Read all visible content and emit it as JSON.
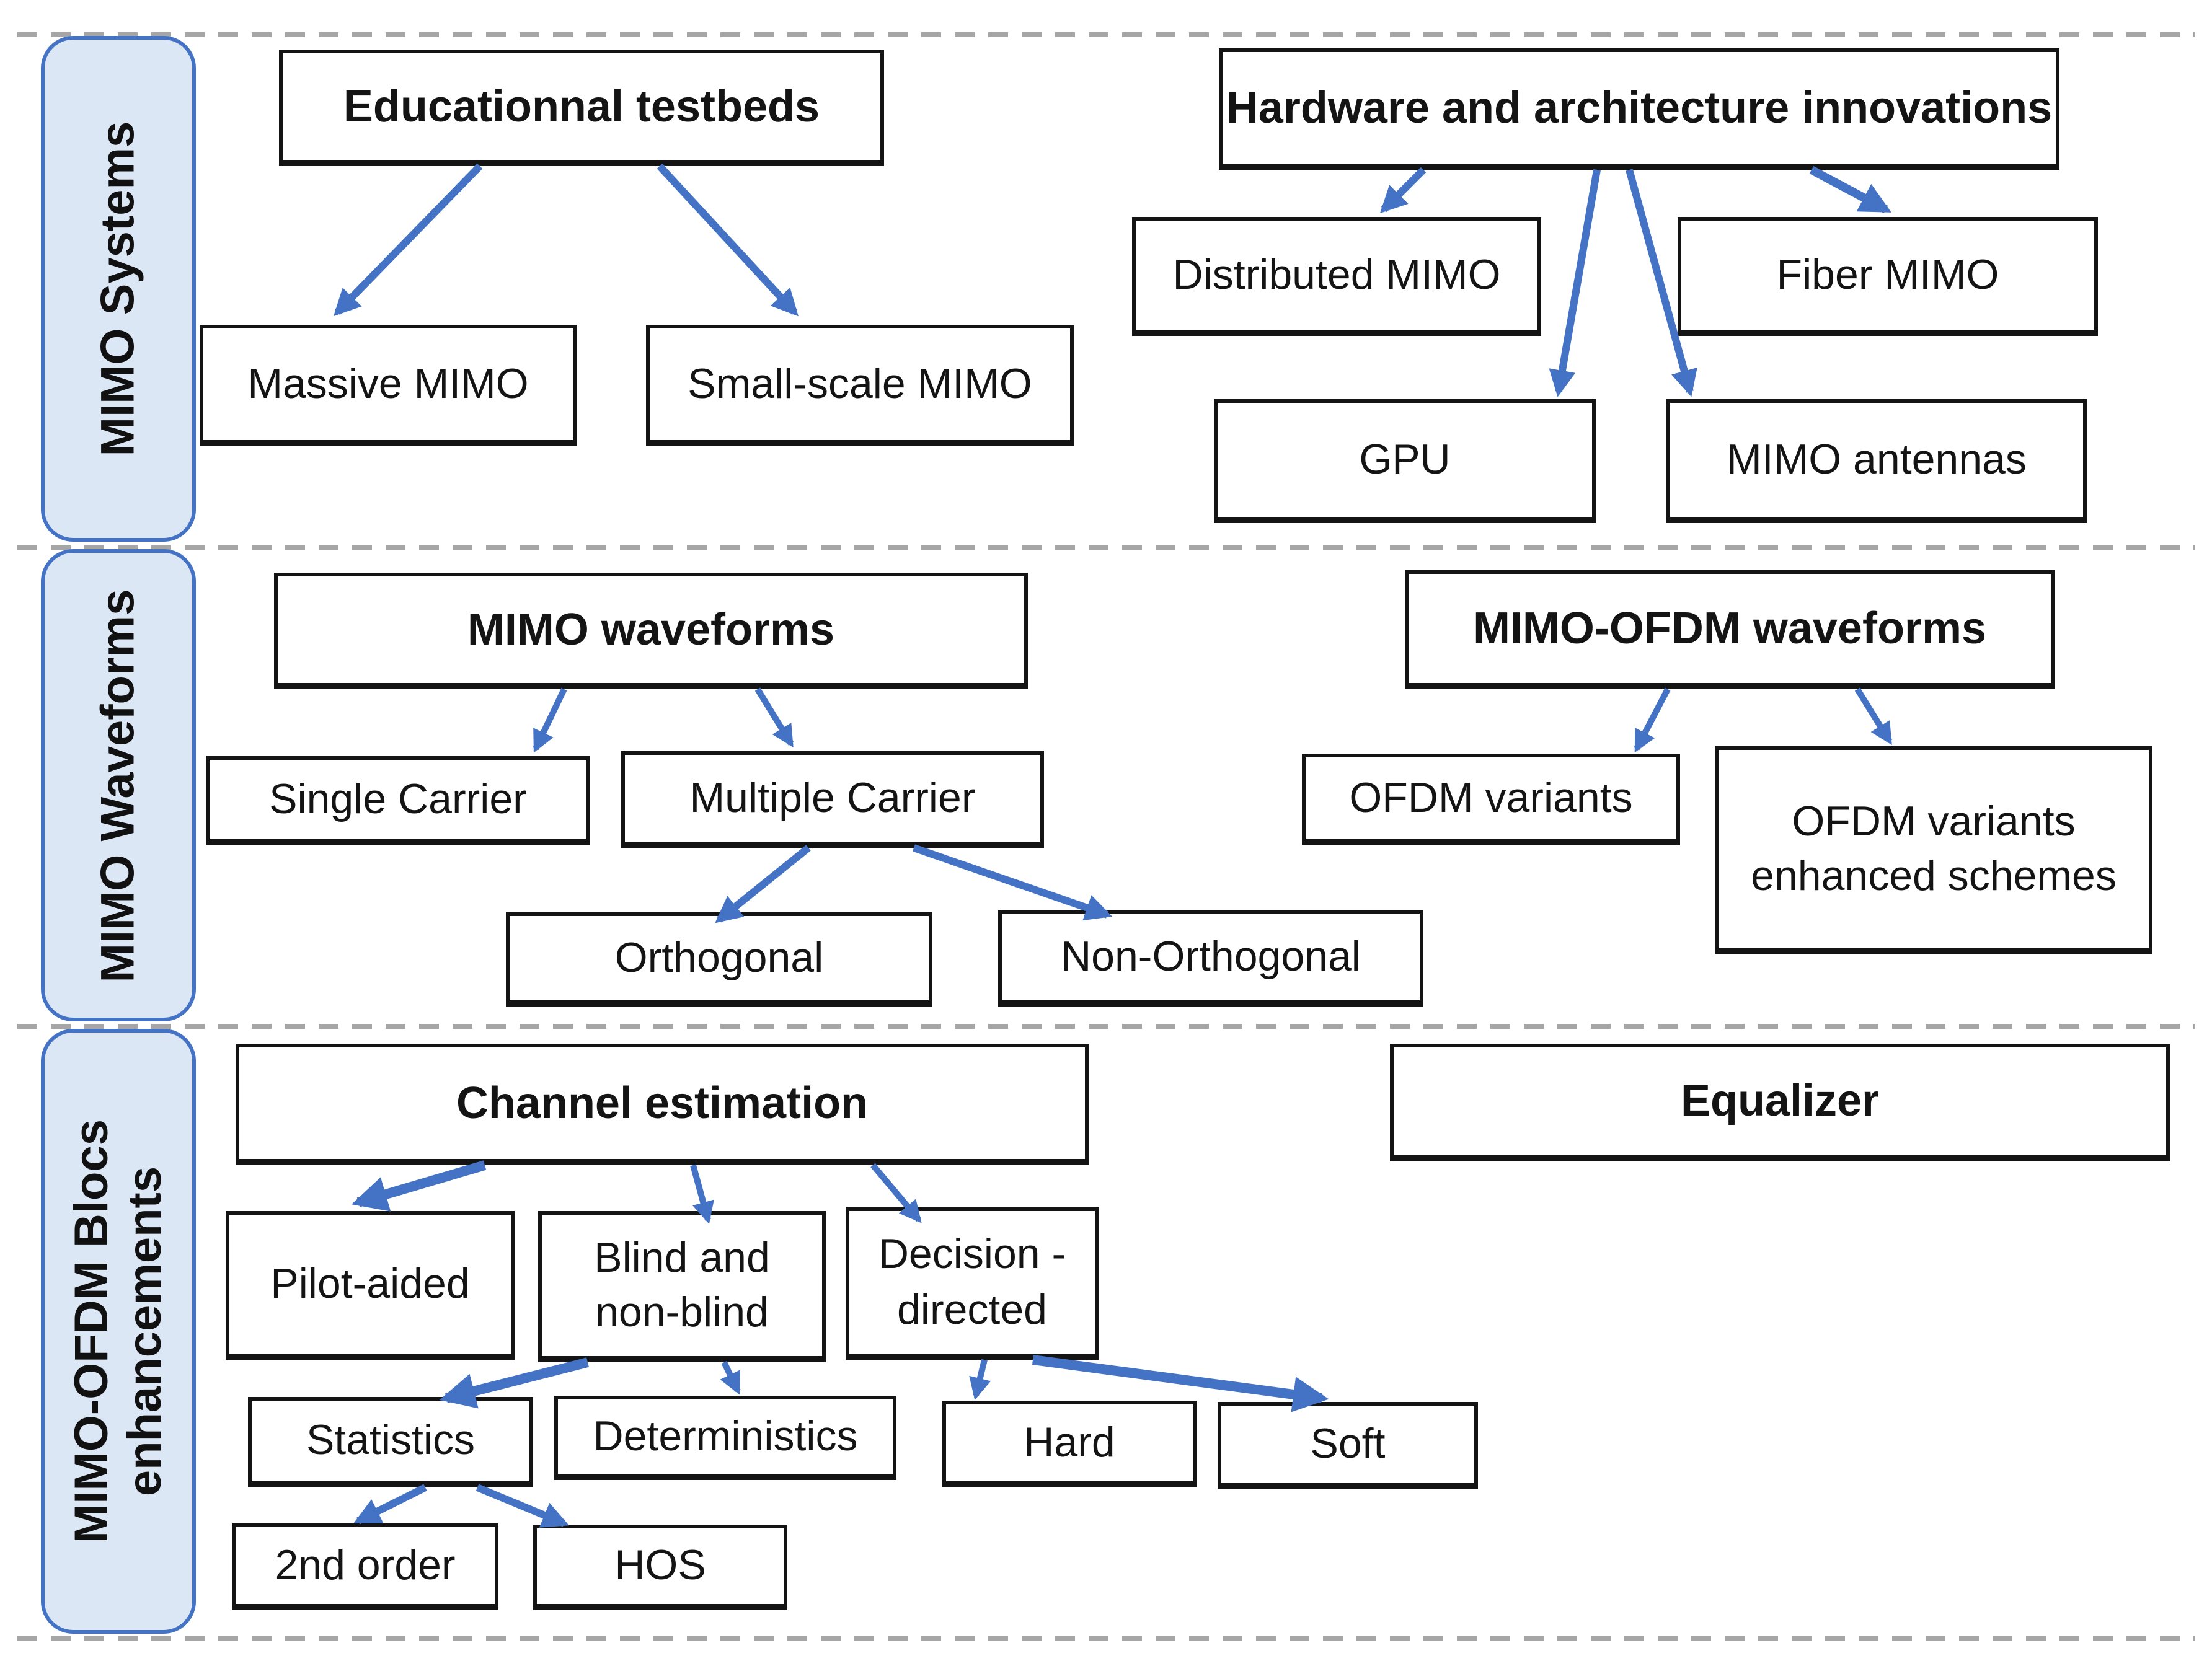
{
  "diagram": {
    "title": "MIMO taxonomy diagram",
    "colors": {
      "arrow_blue": "#4472c4",
      "sidebar_fill": "#dce7f6",
      "sidebar_border": "#4472c4",
      "divider_gray": "#a6a6a6",
      "node_border": "#141414",
      "node_fill": "#ffffff",
      "background": "#ffffff",
      "text": "#111111"
    },
    "sections": {
      "systems": {
        "label": "MIMO Systems"
      },
      "waveforms": {
        "label": "MIMO Waveforms"
      },
      "blocs": {
        "label": "MIMO-OFDM Blocs enhancements"
      }
    },
    "nodes": {
      "educational_testbeds": {
        "label": "Educationnal testbeds"
      },
      "hardware_innovations": {
        "label": "Hardware and architecture innovations"
      },
      "massive_mimo": {
        "label": "Massive MIMO"
      },
      "small_scale_mimo": {
        "label": "Small-scale MIMO"
      },
      "distributed_mimo": {
        "label": "Distributed MIMO"
      },
      "fiber_mimo": {
        "label": "Fiber MIMO"
      },
      "gpu": {
        "label": "GPU"
      },
      "mimo_antennas": {
        "label": "MIMO antennas"
      },
      "mimo_waveforms": {
        "label": "MIMO waveforms"
      },
      "mimo_ofdm_waveforms": {
        "label": "MIMO-OFDM waveforms"
      },
      "single_carrier": {
        "label": "Single Carrier"
      },
      "multiple_carrier": {
        "label": "Multiple Carrier"
      },
      "ofdm_variants": {
        "label": "OFDM variants"
      },
      "ofdm_variants_enhanced": {
        "label": "OFDM variants enhanced schemes"
      },
      "orthogonal": {
        "label": "Orthogonal"
      },
      "non_orthogonal": {
        "label": "Non-Orthogonal"
      },
      "channel_estimation": {
        "label": "Channel estimation"
      },
      "equalizer": {
        "label": "Equalizer"
      },
      "pilot_aided": {
        "label": "Pilot-aided"
      },
      "blind_non_blind": {
        "label": "Blind and non-blind"
      },
      "decision_directed": {
        "label": "Decision -directed"
      },
      "statistics": {
        "label": "Statistics"
      },
      "deterministics": {
        "label": "Deterministics"
      },
      "hard": {
        "label": "Hard"
      },
      "soft": {
        "label": "Soft"
      },
      "second_order": {
        "label": "2nd order"
      },
      "hos": {
        "label": "HOS"
      }
    }
  }
}
